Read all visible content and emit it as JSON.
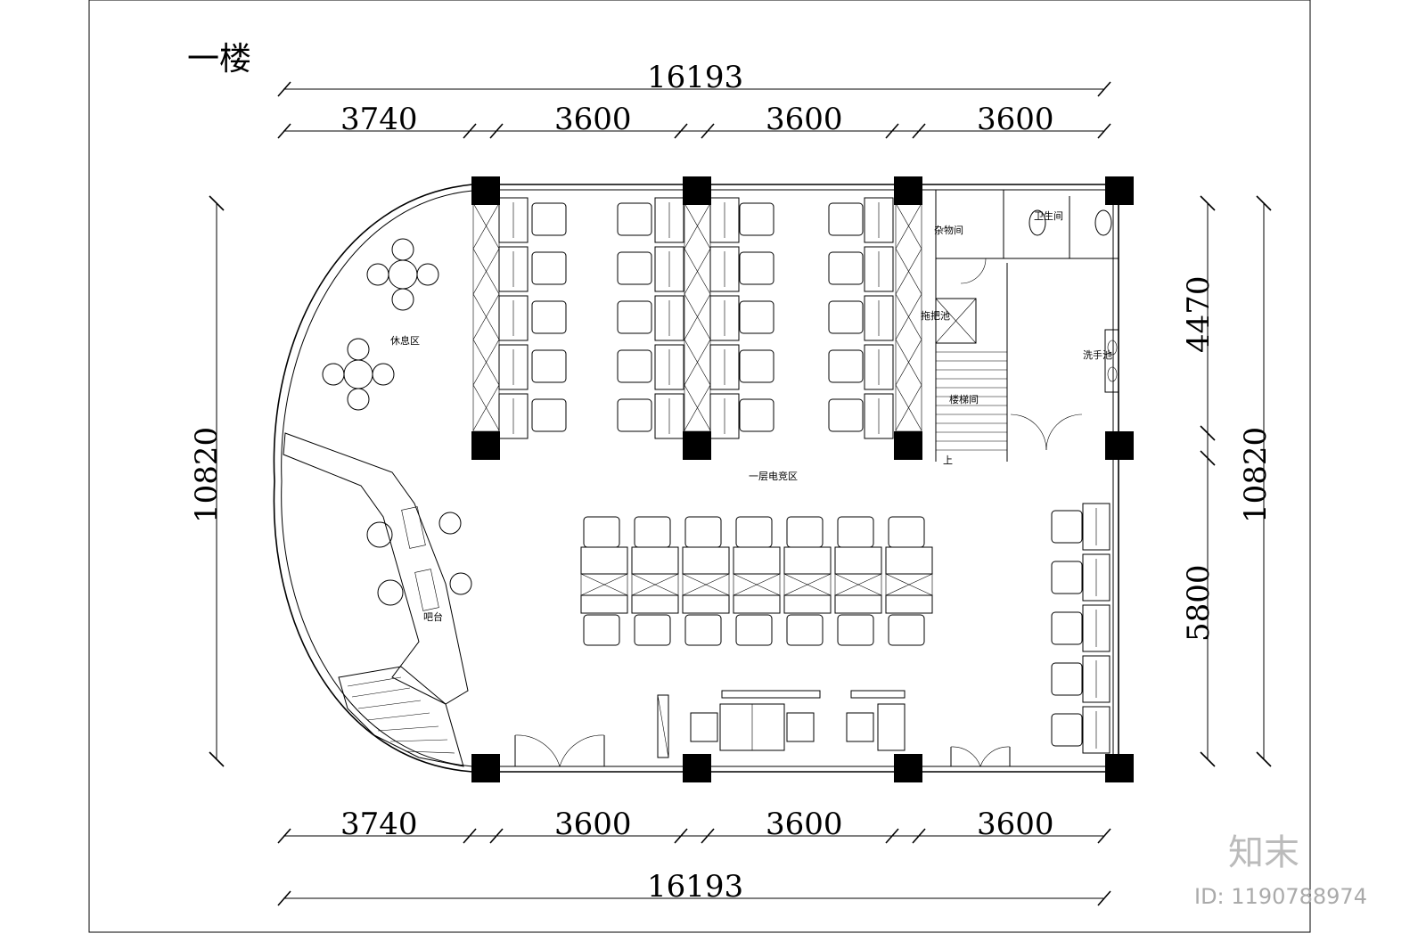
{
  "title": "一楼",
  "dimensions": {
    "top_total": "16193",
    "top_segments": [
      "3740",
      "3600",
      "3600",
      "3600"
    ],
    "bottom_total": "16193",
    "bottom_segments": [
      "3740",
      "3600",
      "3600",
      "3600"
    ],
    "left_total": "10820",
    "right_total": "10820",
    "right_upper": "4470",
    "right_lower": "5800"
  },
  "rooms": {
    "rest_area": "休息区",
    "bar": "吧台",
    "esports": "一层电竞区",
    "storage": "杂物间",
    "toilet": "卫生间",
    "mop_sink": "拖把池",
    "wash_basin": "洗手池",
    "stairwell": "楼梯间",
    "up": "上"
  },
  "watermark": {
    "brand": "知末",
    "id": "ID: 1190788974"
  }
}
